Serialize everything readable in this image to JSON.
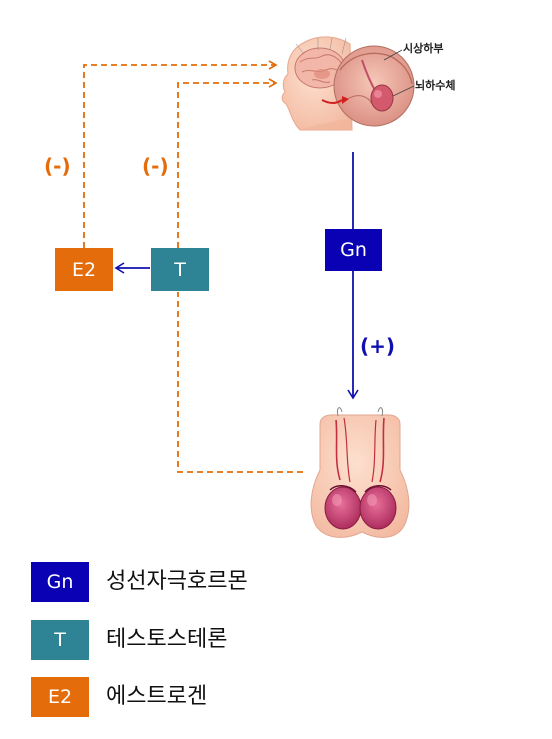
{
  "colors": {
    "gn": "#0a00b4",
    "t": "#2e8494",
    "e2": "#e46c0a",
    "arrow_blue": "#1010b0",
    "arrow_orange": "#e46c0a"
  },
  "brain_labels": {
    "hypothalamus": "시상하부",
    "pituitary": "뇌하수체"
  },
  "nodes": {
    "gn": "Gn",
    "t": "T",
    "e2": "E2"
  },
  "signs": {
    "negative_left": "(-)",
    "negative_right": "(-)",
    "positive": "(+)"
  },
  "legend": [
    {
      "abbr": "Gn",
      "label": "성선자극호르몬"
    },
    {
      "abbr": "T",
      "label": "테스토스테론"
    },
    {
      "abbr": "E2",
      "label": "에스트로겐"
    }
  ]
}
